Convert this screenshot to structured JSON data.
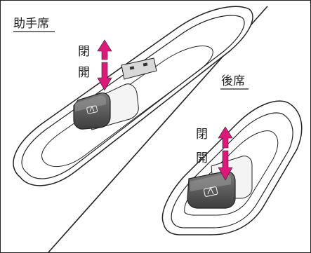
{
  "front_passenger": {
    "heading": "助手席",
    "close_label": "閉",
    "open_label": "開"
  },
  "rear_seat": {
    "heading": "後席",
    "close_label": "閉",
    "open_label": "開"
  },
  "colors": {
    "arrow": "#e0177a",
    "line": "#222222",
    "switch_dark": "#4a4a4a",
    "switch_light": "#bdbdbd"
  }
}
